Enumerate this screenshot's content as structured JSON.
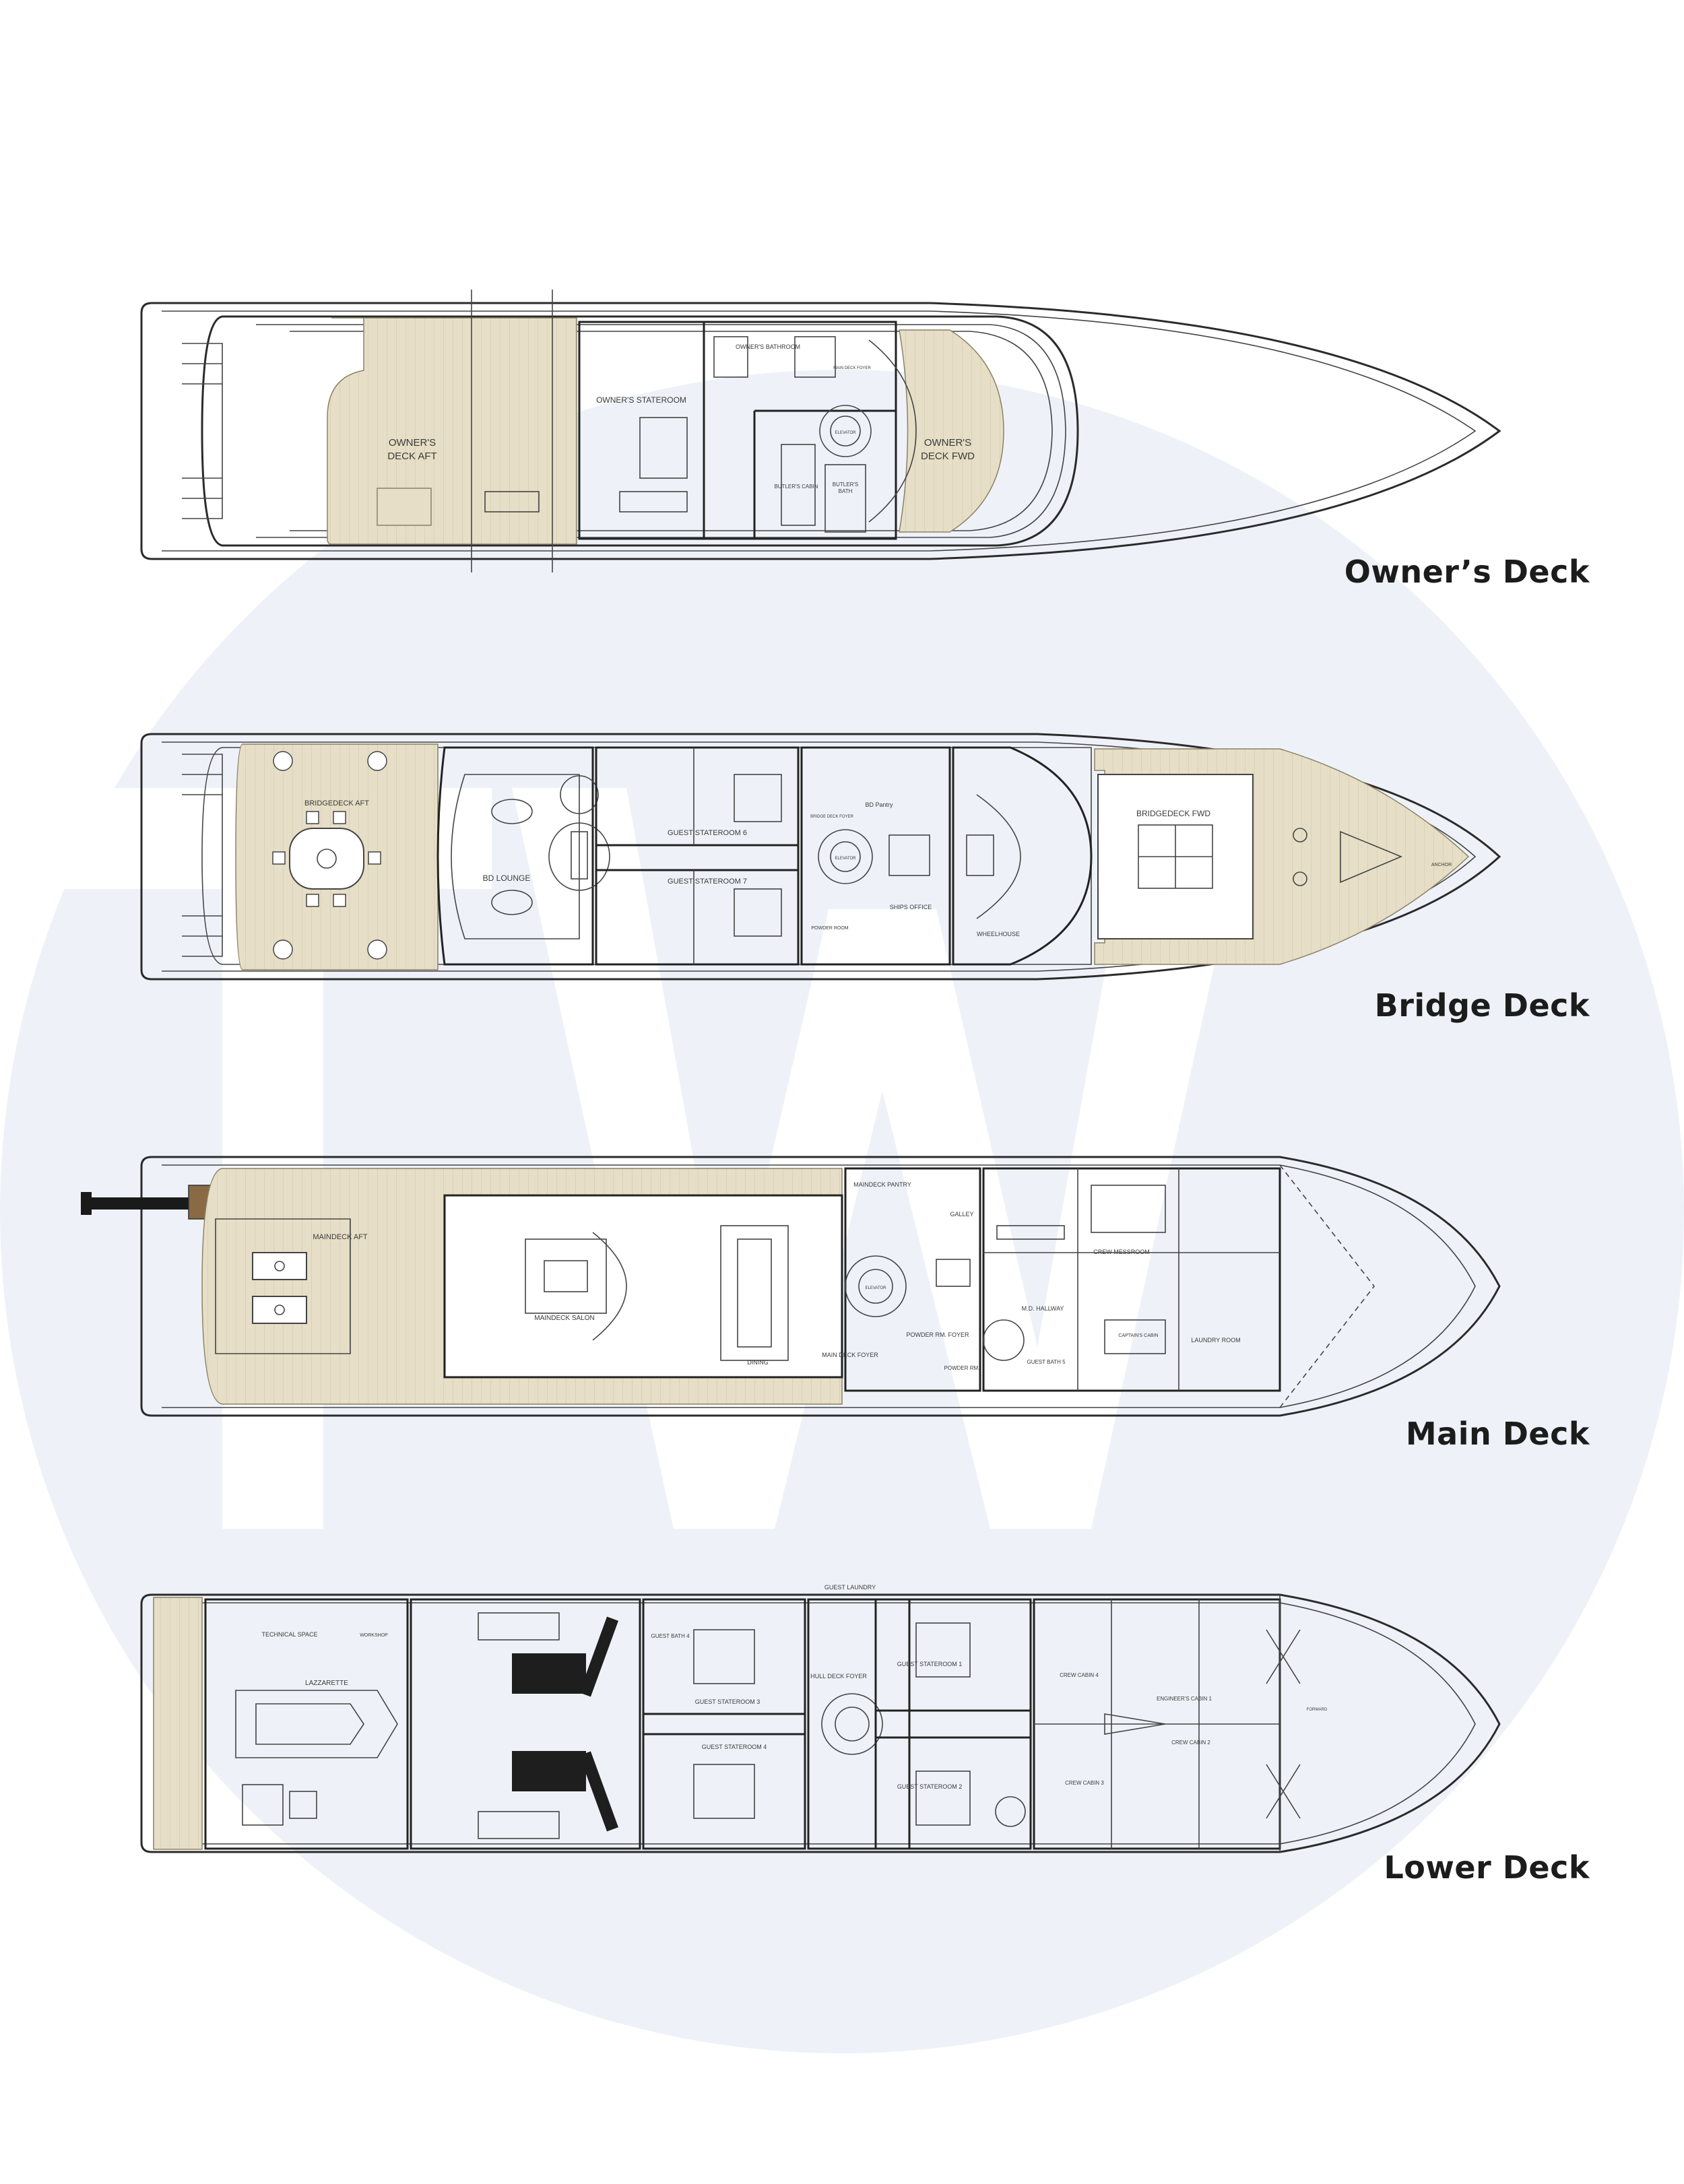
{
  "theme": {
    "watermark_circle": "#eef2f8",
    "watermark_letters": "#ffffff",
    "teak_deck": "#e6dec6",
    "line": "#2b2b2b",
    "background": "#ffffff"
  },
  "decks": [
    {
      "title": "Owner’s Deck",
      "rooms": [
        "OWNER'S",
        "DECK AFT",
        "OWNER'S STATEROOM",
        "OWNER'S BATHROOM",
        "MAIN DECK FOYER",
        "ELEVATOR",
        "BUTLER'S CABIN",
        "BUTLER'S",
        "BATH",
        "OWNER'S",
        "DECK FWD"
      ]
    },
    {
      "title": "Bridge Deck",
      "rooms": [
        "BRIDGEDECK AFT",
        "BD LOUNGE",
        "GUEST STATEROOM 6",
        "GUEST STATEROOM 7",
        "BD Pantry",
        "BRIDGE DECK FOYER",
        "ELEVATOR",
        "POWDER ROOM",
        "SHIPS OFFICE",
        "WHEELHOUSE",
        "BRIDGEDECK FWD",
        "ANCHOR"
      ]
    },
    {
      "title": "Main Deck",
      "rooms": [
        "MAINDECK AFT",
        "MAINDECK SALON",
        "DINING",
        "MAINDECK PANTRY",
        "GALLEY",
        "CREW MESSROOM",
        "ELEVATOR",
        "M.D. HALLWAY",
        "POWDER RM. FOYER",
        "MAIN DECK FOYER",
        "POWDER RM.",
        "GUEST BATH 5",
        "CAPTAIN'S CABIN",
        "LAUNDRY ROOM"
      ]
    },
    {
      "title": "Lower Deck",
      "rooms": [
        "GUEST LAUNDRY",
        "TECHNICAL SPACE",
        "WORKSHOP",
        "LAZZARETTE",
        "GUEST BATH 4",
        "GUEST STATEROOM 3",
        "GUEST STATEROOM 4",
        "HULL DECK FOYER",
        "GUEST STATEROOM 1",
        "GUEST STATEROOM 2",
        "CREW CABIN 4",
        "ENGINEER'S CABIN 1",
        "CREW CABIN 2",
        "CREW CABIN 3",
        "FORWARD"
      ]
    }
  ]
}
